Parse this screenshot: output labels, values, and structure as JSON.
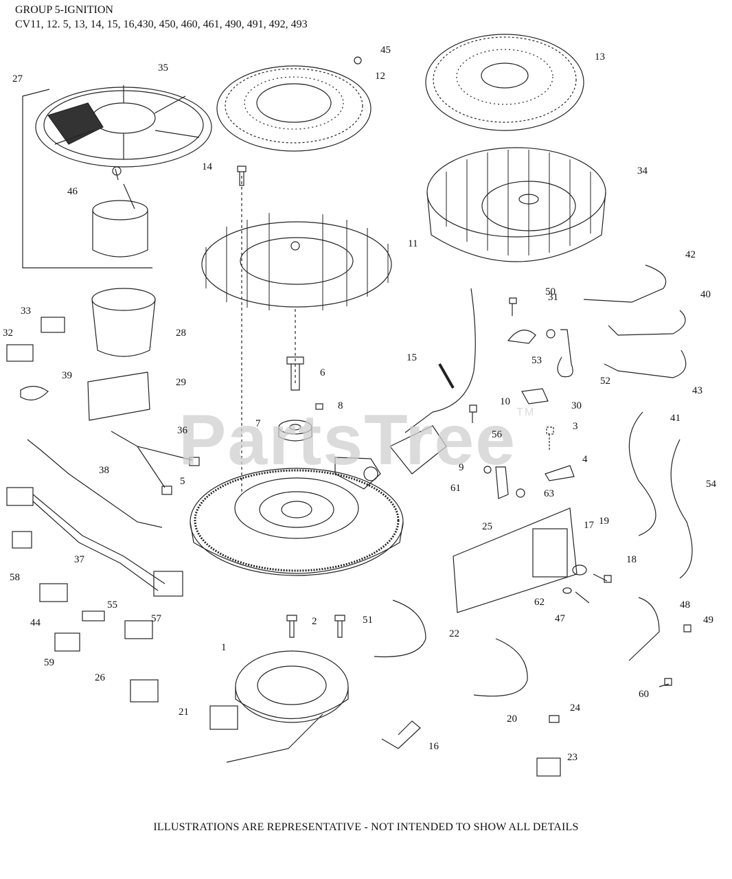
{
  "header": {
    "line1": "GROUP 5-IGNITION",
    "line2": "CV11, 12. 5, 13, 14, 15, 16,430, 450, 460, 461, 490, 491, 492, 493"
  },
  "footer": "ILLUSTRATIONS ARE REPRESENTATIVE - NOT INTENDED TO SHOW ALL DETAILS",
  "watermark": {
    "text": "PartsTree",
    "mark": "TM"
  },
  "callouts": [
    "1",
    "2",
    "3",
    "4",
    "5",
    "6",
    "7",
    "8",
    "9",
    "10",
    "11",
    "12",
    "13",
    "14",
    "15",
    "16",
    "17",
    "18",
    "19",
    "20",
    "21",
    "22",
    "23",
    "24",
    "25",
    "26",
    "27",
    "28",
    "29",
    "30",
    "31",
    "32",
    "33",
    "34",
    "35",
    "36",
    "37",
    "38",
    "39",
    "40",
    "41",
    "42",
    "43",
    "44",
    "45",
    "46",
    "47",
    "48",
    "49",
    "50",
    "51",
    "52",
    "53",
    "54",
    "55",
    "56",
    "57",
    "58",
    "59",
    "60",
    "61",
    "62",
    "63"
  ]
}
